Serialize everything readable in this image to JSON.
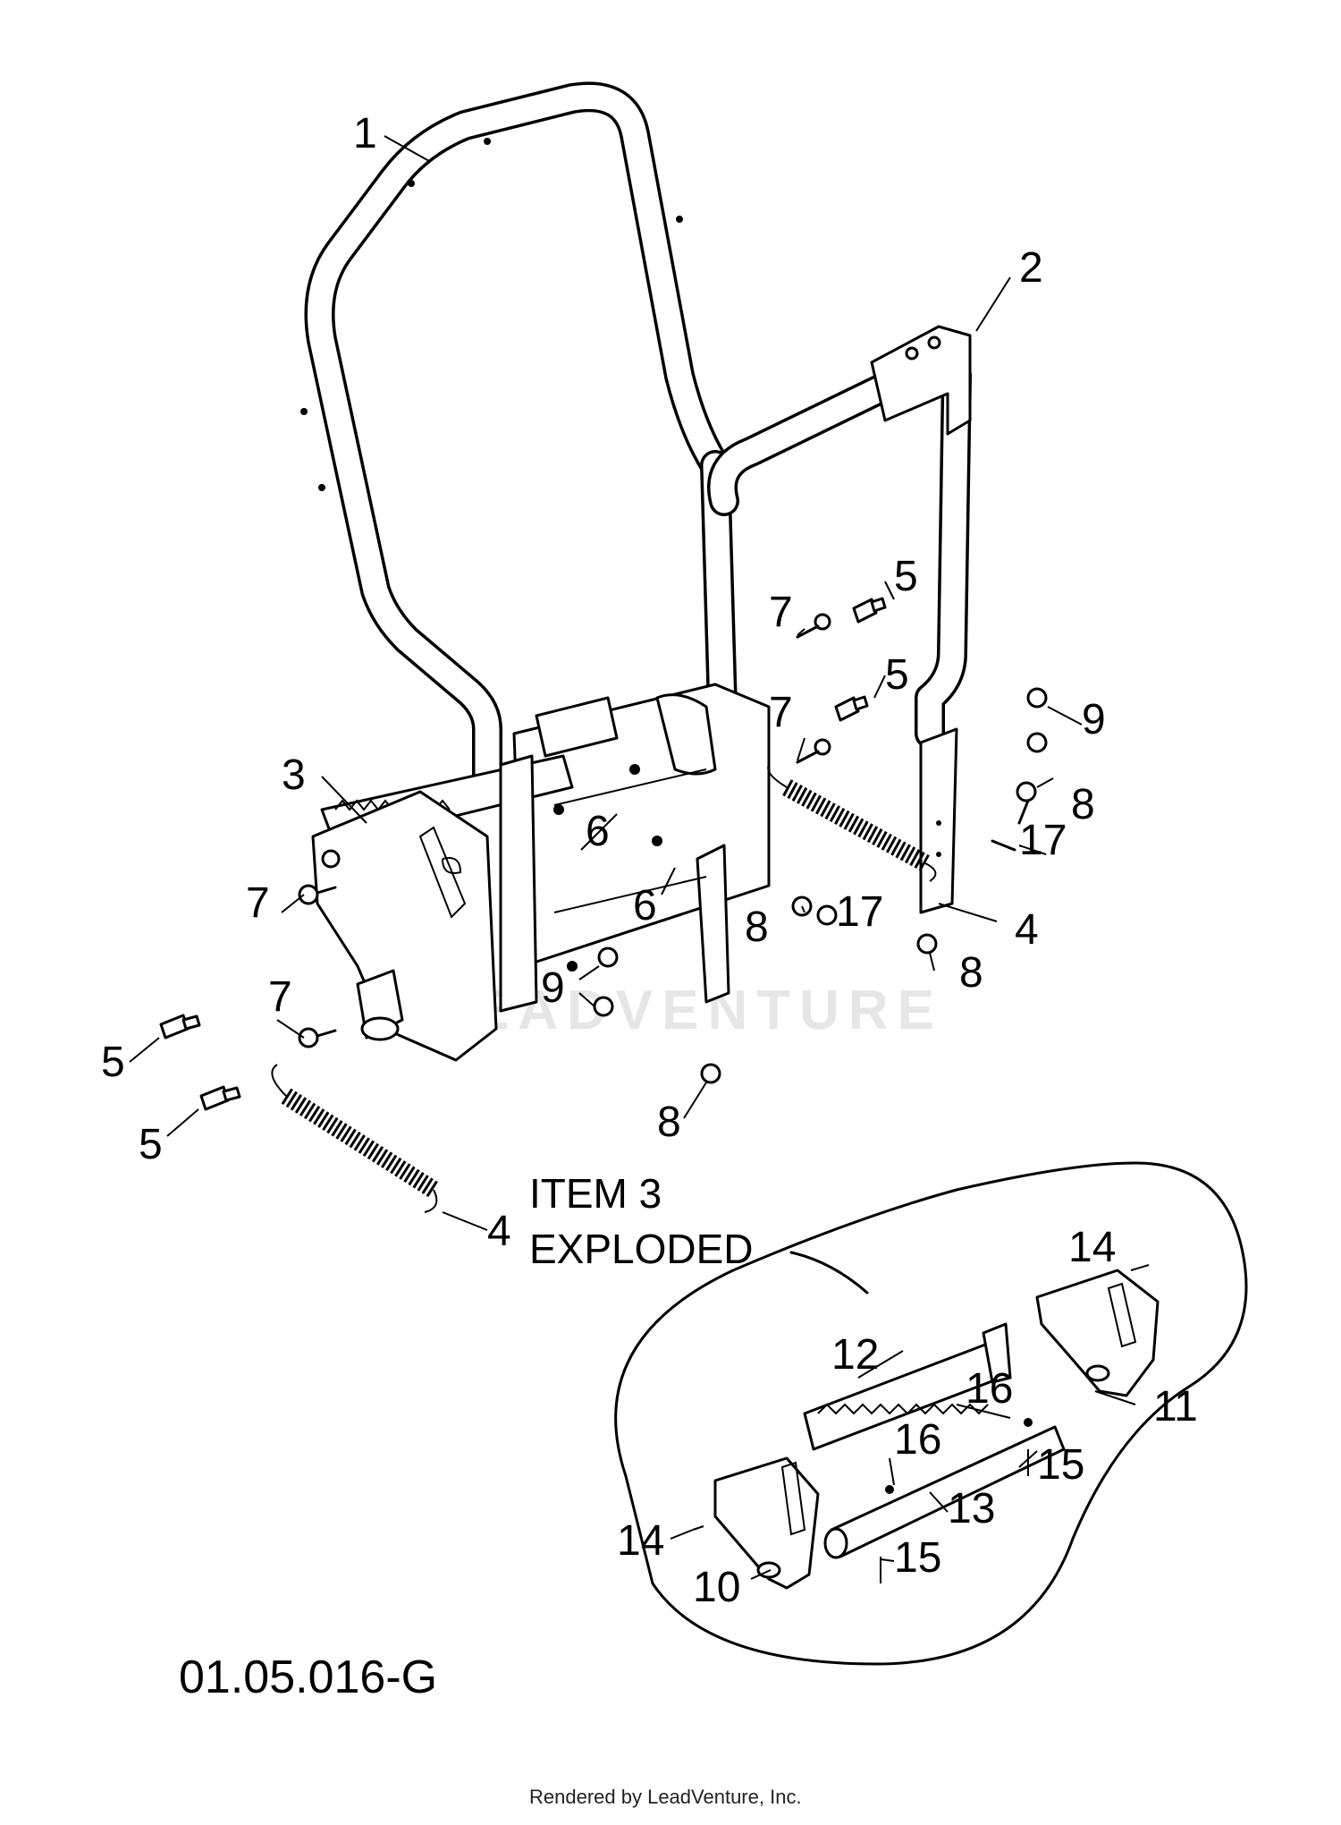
{
  "callouts": [
    {
      "id": "1",
      "text": "1"
    },
    {
      "id": "2",
      "text": "2"
    },
    {
      "id": "3",
      "text": "3"
    },
    {
      "id": "4a",
      "text": "4"
    },
    {
      "id": "4b",
      "text": "4"
    },
    {
      "id": "5a",
      "text": "5"
    },
    {
      "id": "5b",
      "text": "5"
    },
    {
      "id": "5c",
      "text": "5"
    },
    {
      "id": "5d",
      "text": "5"
    },
    {
      "id": "6a",
      "text": "6"
    },
    {
      "id": "6b",
      "text": "6"
    },
    {
      "id": "7a",
      "text": "7"
    },
    {
      "id": "7b",
      "text": "7"
    },
    {
      "id": "7c",
      "text": "7"
    },
    {
      "id": "7d",
      "text": "7"
    },
    {
      "id": "8a",
      "text": "8"
    },
    {
      "id": "8b",
      "text": "8"
    },
    {
      "id": "8c",
      "text": "8"
    },
    {
      "id": "8d",
      "text": "8"
    },
    {
      "id": "9a",
      "text": "9"
    },
    {
      "id": "9b",
      "text": "9"
    },
    {
      "id": "10",
      "text": "10"
    },
    {
      "id": "11",
      "text": "11"
    },
    {
      "id": "12",
      "text": "12"
    },
    {
      "id": "13",
      "text": "13"
    },
    {
      "id": "14a",
      "text": "14"
    },
    {
      "id": "14b",
      "text": "14"
    },
    {
      "id": "15a",
      "text": "15"
    },
    {
      "id": "15b",
      "text": "15"
    },
    {
      "id": "16a",
      "text": "16"
    },
    {
      "id": "16b",
      "text": "16"
    },
    {
      "id": "17a",
      "text": "17"
    },
    {
      "id": "17b",
      "text": "17"
    }
  ],
  "exploded_caption": {
    "line1": "ITEM 3",
    "line2": "EXPLODED"
  },
  "diagram_code": "01.05.016-G",
  "watermark": "LEADVENTURE",
  "credit": "Rendered by LeadVenture, Inc."
}
